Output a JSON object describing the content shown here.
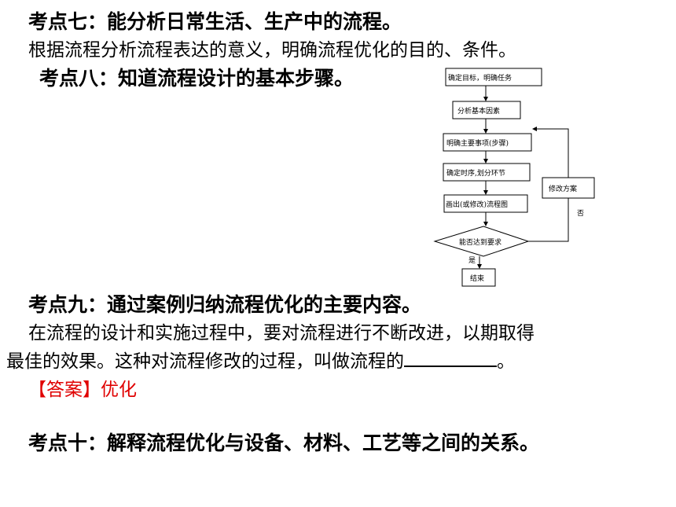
{
  "section7": {
    "heading": "考点七：能分析日常生活、生产中的流程。",
    "body": "根据流程分析流程表达的意义，明确流程优化的目的、条件。"
  },
  "section8": {
    "heading": "考点八：知道流程设计的基本步骤。"
  },
  "flowchart": {
    "step1": "确定目标，明确任务",
    "step2": "分析基本因素",
    "step3": "明确主要事项(步骤)",
    "step4": "确定时序,划分环节",
    "step5": "画出(或修改)流程图",
    "decision": "能否达到要求",
    "revise": "修改方案",
    "no_label": "否",
    "yes_label": "是",
    "end": "结束"
  },
  "section9": {
    "heading": "考点九：通过案例归纳流程优化的主要内容。",
    "line1": "在流程的设计和实施过程中，要对流程进行不断改进，以期取得",
    "line2": "最佳的效果。这种对流程修改的过程，叫做流程的",
    "line2_end": "。",
    "answer": "【答案】优化"
  },
  "section10": {
    "heading": "考点十：解释流程优化与设备、材料、工艺等之间的关系。"
  }
}
